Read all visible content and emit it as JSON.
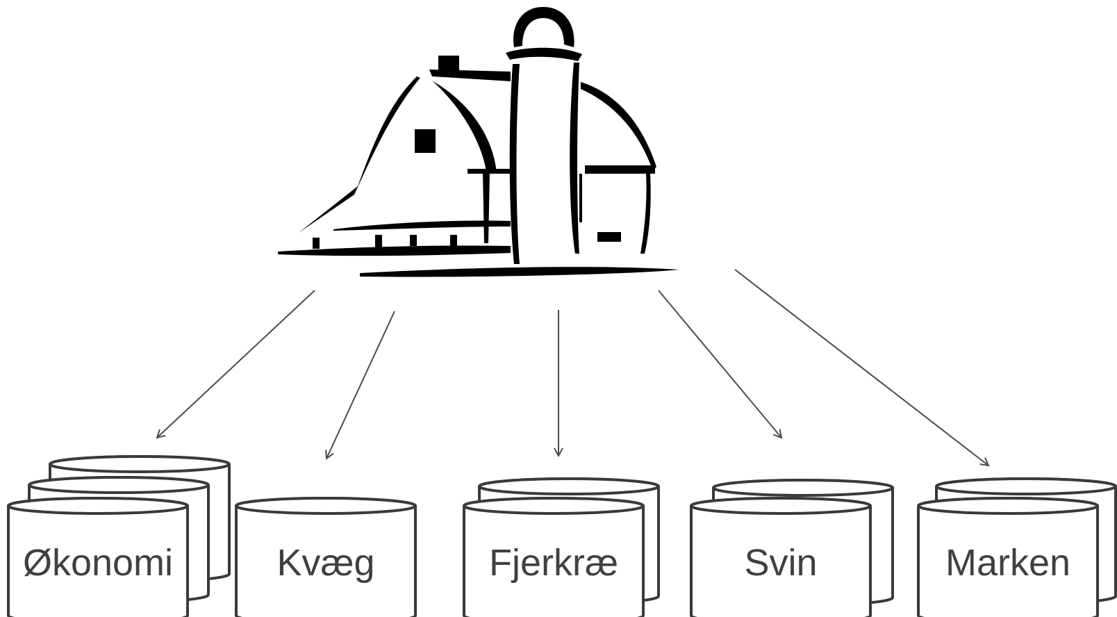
{
  "diagram": {
    "source": {
      "icon": "farm-barn-silo-icon"
    },
    "targets": [
      {
        "id": "okonomi",
        "label": "Økonomi",
        "stack": 3
      },
      {
        "id": "kvaeg",
        "label": "Kvæg",
        "stack": 1
      },
      {
        "id": "fjerkrae",
        "label": "Fjerkræ",
        "stack": 2
      },
      {
        "id": "svin",
        "label": "Svin",
        "stack": 2
      },
      {
        "id": "marken",
        "label": "Marken",
        "stack": 2
      }
    ],
    "colors": {
      "ink": "#000000",
      "outline": "#3a3a3a",
      "text": "#404040",
      "arrow": "#4a4a4a"
    }
  }
}
